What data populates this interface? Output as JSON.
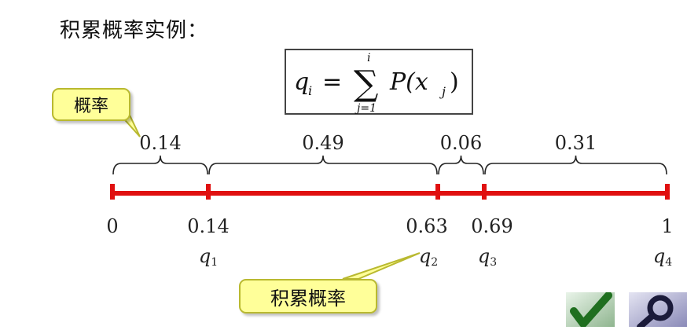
{
  "title": "积累概率实例：",
  "formula": {
    "lhs_var": "q",
    "lhs_sub": "i",
    "sigma_top": "i",
    "sigma_bottom": "j=1",
    "term": "P(x",
    "term_sub": "j",
    "term_close": ")"
  },
  "callout_prob": "概率",
  "callout_cum": "积累概率",
  "segments": [
    {
      "label": "0.14",
      "from": 0,
      "to": 0.14
    },
    {
      "label": "0.49",
      "from": 0.14,
      "to": 0.63
    },
    {
      "label": "0.06",
      "from": 0.63,
      "to": 0.69
    },
    {
      "label": "0.31",
      "from": 0.69,
      "to": 1
    }
  ],
  "ticks": [
    "0",
    "0.14",
    "0.63",
    "0.69",
    "1"
  ],
  "q_labels": [
    {
      "var": "q",
      "sub": "1"
    },
    {
      "var": "q",
      "sub": "2"
    },
    {
      "var": "q",
      "sub": "3"
    },
    {
      "var": "q",
      "sub": "4"
    }
  ],
  "colors": {
    "axis": "#e01010",
    "brace": "#222222",
    "callout_fill": "#ffff99"
  },
  "icons": [
    "checkmark-icon",
    "magnifier-icon"
  ]
}
